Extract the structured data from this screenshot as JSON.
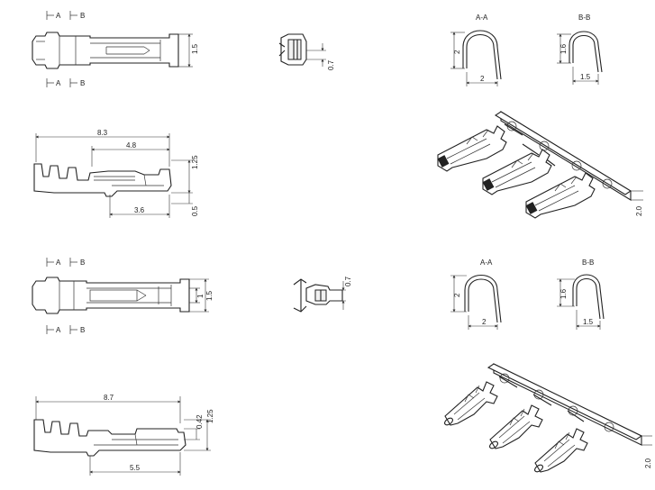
{
  "section_labels": {
    "top_a_a": "A-A",
    "top_b_b": "B-B",
    "bottom_a_a": "A-A",
    "bottom_b_b": "B-B"
  },
  "section_markers": {
    "a": "A",
    "b": "B"
  },
  "top_terminal": {
    "height": "1.5",
    "side_height": "0.7",
    "total_length": "8.3",
    "contact_length": "4.8",
    "crimp_length": "3.6",
    "profile_height": "1.25",
    "base_offset": "0.5",
    "aa_height": "2",
    "aa_width": "2",
    "bb_height": "1.6",
    "bb_width": "1.5",
    "pitch": "2.0"
  },
  "bottom_terminal": {
    "height": "1.5",
    "inner_height": "1",
    "side_height": "0.7",
    "total_length": "8.7",
    "crimp_length": "5.5",
    "profile_height": "1.25",
    "step_height": "0.42",
    "aa_height": "2",
    "aa_width": "2",
    "bb_height": "1.6",
    "bb_width": "1.5",
    "pitch": "2.0"
  }
}
